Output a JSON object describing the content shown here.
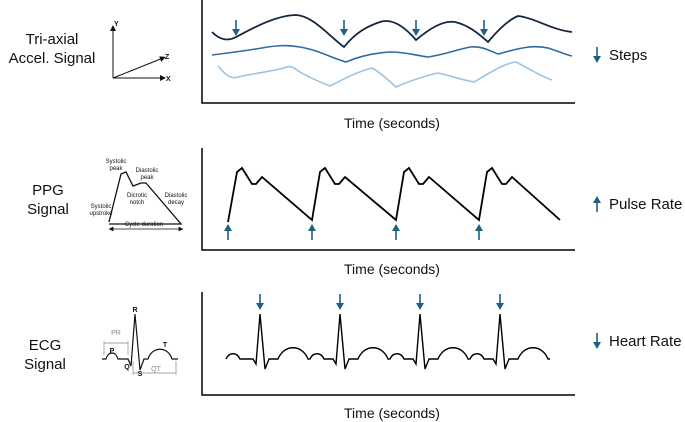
{
  "rows": [
    {
      "id": "accel",
      "label_line1": "Tri-axial",
      "label_line2": "Accel. Signal",
      "axis_label": "Time (seconds)",
      "legend_text": "Steps",
      "legend_arrow": "down",
      "inset": {
        "axis_y": "Y",
        "axis_z": "Z",
        "axis_x": "X"
      }
    },
    {
      "id": "ppg",
      "label_line1": "PPG",
      "label_line2": "Signal",
      "axis_label": "Time (seconds)",
      "legend_text": "Pulse Rate",
      "legend_arrow": "up",
      "inset": {
        "systolic_peak_1": "Systolic",
        "systolic_peak_2": "peak",
        "diastolic_peak_1": "Diastolic",
        "diastolic_peak_2": "peak",
        "dicrotic_notch_1": "Dicrotic",
        "dicrotic_notch_2": "notch",
        "diastolic_decay_1": "Diastolic",
        "diastolic_decay_2": "decay",
        "systolic_upstroke_1": "Systolic",
        "systolic_upstroke_2": "upstroke",
        "cycle_duration": "Cycle duration"
      }
    },
    {
      "id": "ecg",
      "label_line1": "ECG",
      "label_line2": "Signal",
      "axis_label": "Time (seconds)",
      "legend_text": "Heart Rate",
      "legend_arrow": "down",
      "inset": {
        "p": "P",
        "q": "Q",
        "r": "R",
        "s": "S",
        "t": "T",
        "pr": "PR",
        "qt": "QT"
      }
    }
  ],
  "colors": {
    "arrow": "#1f5f86",
    "accel_dark": "#14263d",
    "accel_mid": "#2f6aa3",
    "accel_light": "#9cc3e3",
    "line": "#000000"
  }
}
